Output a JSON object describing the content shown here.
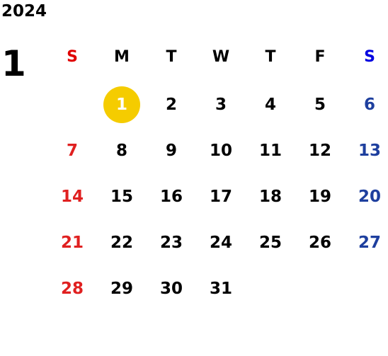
{
  "calendar": {
    "year": "2024",
    "month": "1",
    "weekdays": [
      "S",
      "M",
      "T",
      "W",
      "T",
      "F",
      "S"
    ],
    "today": "1",
    "weeks": [
      [
        "",
        "1",
        "2",
        "3",
        "4",
        "5",
        "6"
      ],
      [
        "7",
        "8",
        "9",
        "10",
        "11",
        "12",
        "13"
      ],
      [
        "14",
        "15",
        "16",
        "17",
        "18",
        "19",
        "20"
      ],
      [
        "21",
        "22",
        "23",
        "24",
        "25",
        "26",
        "27"
      ],
      [
        "28",
        "29",
        "30",
        "31",
        "",
        "",
        ""
      ]
    ]
  },
  "colors": {
    "sunday": "#e02020",
    "saturday": "#1e3f9e",
    "sunday_header": "#e00000",
    "saturday_header": "#0000e0",
    "today_highlight": "#f5cc00"
  }
}
